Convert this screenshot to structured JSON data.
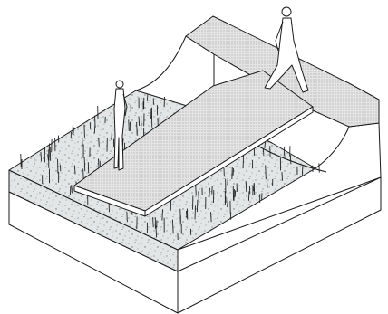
{
  "illustration": {
    "kind": "isometric-boardwalk-over-wetland",
    "figures": [
      "standing-person",
      "walking-person"
    ],
    "elements": [
      "raised-boardwalk-deck",
      "upper-landing",
      "grass-bed",
      "earth-block"
    ],
    "colors": {
      "line": "#1a1a1a",
      "background": "#ffffff",
      "ground_fill": "#e3e6e6",
      "gravel_dot": "#6f7474",
      "deck_fill": "#d6d6d6",
      "deck_hatch": "#9a9a9a",
      "figure_fill": "#ffffff"
    }
  }
}
